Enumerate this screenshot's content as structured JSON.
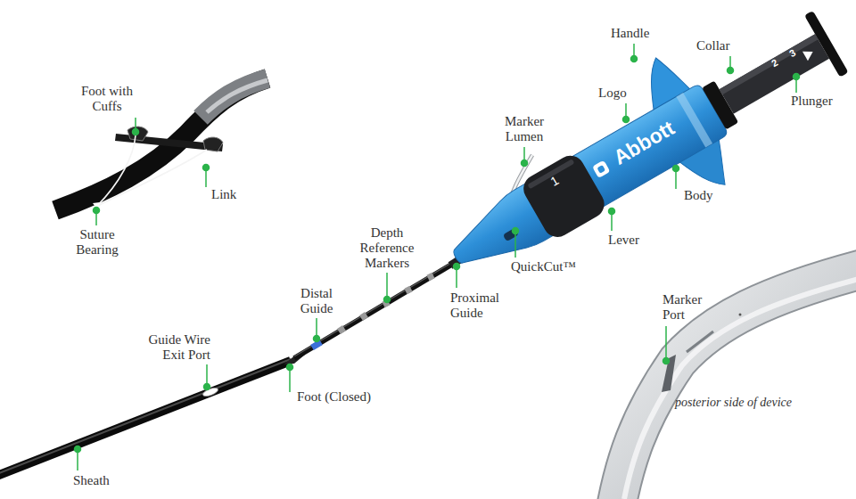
{
  "diagram": {
    "labels": [
      "Foot with Cuffs",
      "Link",
      "Suture Bearing",
      "Marker Lumen",
      "Handle",
      "Collar",
      "Plunger",
      "Logo",
      "Body",
      "Lever",
      "QuickCut™",
      "Depth Reference Markers",
      "Proximal Guide",
      "Distal Guide",
      "Guide Wire Exit Port",
      "Foot (Closed)",
      "Sheath",
      "Marker Port",
      "posterior side of device",
      "Abbott",
      "1",
      "2",
      "3"
    ]
  }
}
